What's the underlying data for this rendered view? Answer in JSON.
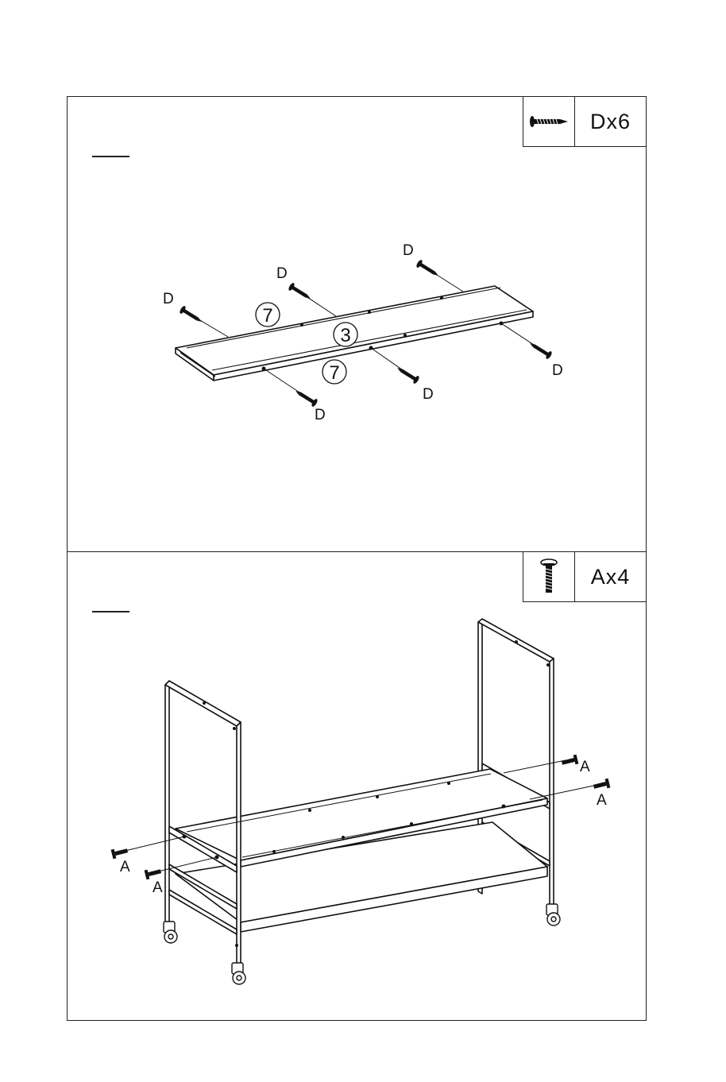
{
  "step1": {
    "hardware_qty": "Dx6",
    "hardware_icon": "wood-screw-icon",
    "screw_label": "D",
    "part_top": "7",
    "part_middle": "3",
    "part_bottom": "7"
  },
  "step2": {
    "hardware_qty": "Ax4",
    "hardware_icon": "bolt-icon",
    "bolt_label": "A"
  }
}
